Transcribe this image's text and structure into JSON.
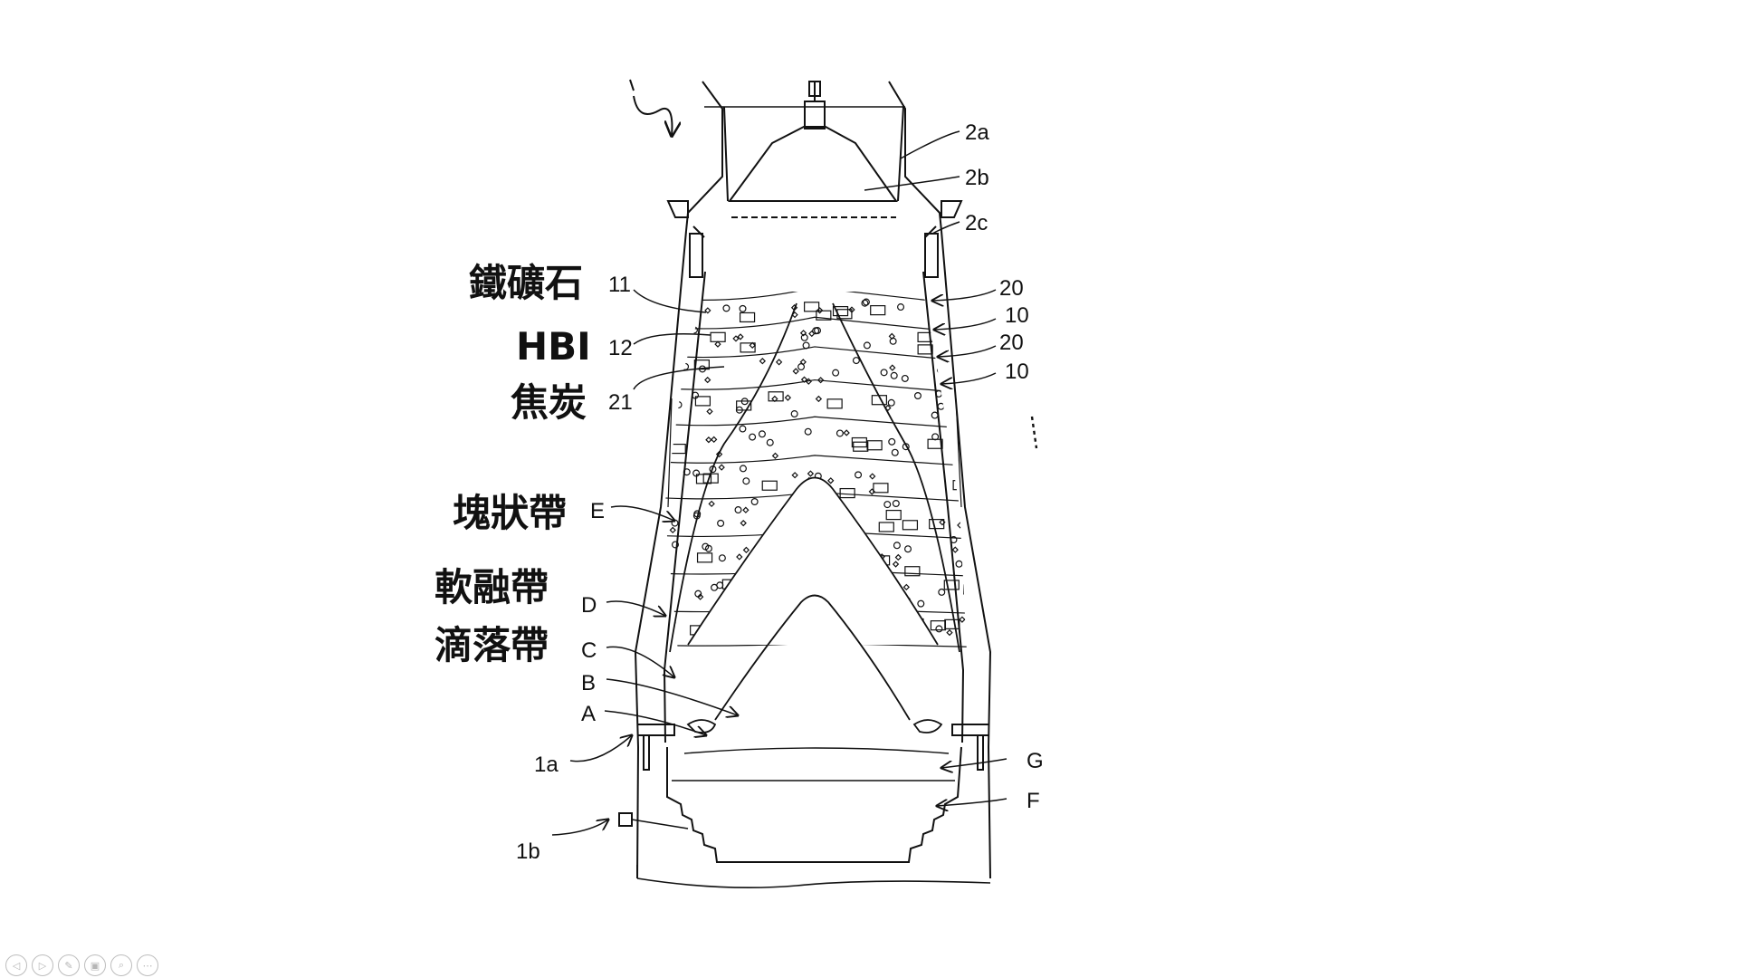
{
  "zone_labels": {
    "iron_ore": "鐵礦石",
    "hbi": "HBI",
    "coke": "焦炭",
    "lumpy_zone": "塊狀帶",
    "cohesive_zone": "軟融帶",
    "dripping_zone": "滴落帶"
  },
  "reference_labels": {
    "r2a": "2a",
    "r2b": "2b",
    "r2c": "2c",
    "r11": "11",
    "r12": "12",
    "r21": "21",
    "r20a": "20",
    "r10a": "10",
    "r20b": "20",
    "r10b": "10",
    "rE": "E",
    "rD": "D",
    "rC": "C",
    "rB": "B",
    "rA": "A",
    "r1a": "1a",
    "r1b": "1b",
    "rG": "G",
    "rF": "F"
  },
  "viewer_controls": [
    {
      "name": "prev-icon",
      "glyph": "◁"
    },
    {
      "name": "next-icon",
      "glyph": "▷"
    },
    {
      "name": "pen-icon",
      "glyph": "✎"
    },
    {
      "name": "slides-icon",
      "glyph": "▣"
    },
    {
      "name": "zoom-icon",
      "glyph": "⌕"
    },
    {
      "name": "more-icon",
      "glyph": "⋯"
    }
  ]
}
